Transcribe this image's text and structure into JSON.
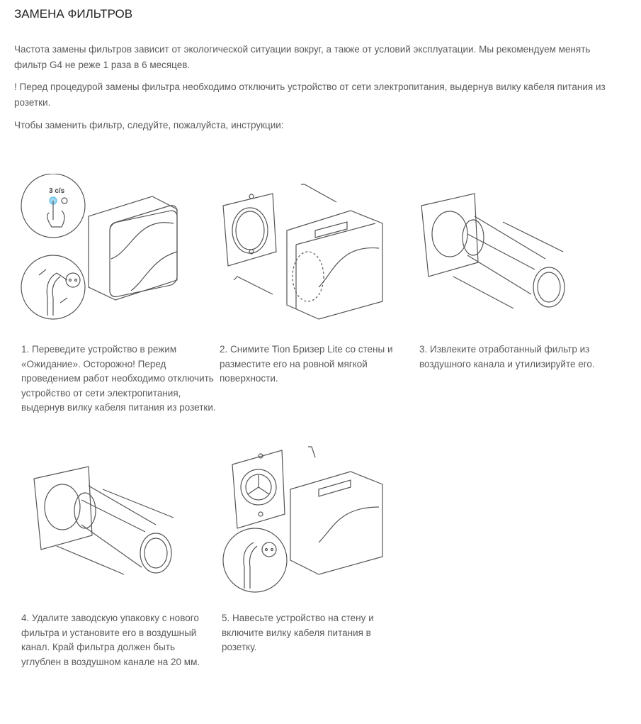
{
  "section": {
    "title": "ЗАМЕНА ФИЛЬТРОВ",
    "paragraphs": [
      "Частота замены фильтров зависит от экологической ситуации вокруг, а также от условий эксплуатации. Мы рекомендуем менять фильтр G4 не реже 1 раза в 6 месяцев.",
      "! Перед процедурой замены фильтра необходимо отключить устройство от сети электропитания, выдернув вилку кабеля питания из розетки.",
      "Чтобы заменить фильтр, следуйте, пожалуйста, инструкции:"
    ]
  },
  "steps": [
    {
      "illustration_label": "3 с/s",
      "caption": "1. Переведите устройство в режим «Ожидание». Осторожно! Перед проведением работ необходимо отключить устройство от сети электропитания, выдернув вилку кабеля питания из розетки."
    },
    {
      "caption": "2. Снимите Tion Бризер Lite со стены и разместите его на ровной мягкой поверхности."
    },
    {
      "caption": "3. Извлеките отработанный фильтр из воздушного канала и утилизируйте его."
    },
    {
      "caption": "4. Удалите заводскую упаковку с нового фильтра и установите его в воздушный канал. Край фильтра должен быть углублен в воздушном канале на 20 мм."
    },
    {
      "caption": "5. Навесьте устройство на стену и включите вилку кабеля питания в розетку."
    }
  ],
  "colors": {
    "accent": "#5bc0e8",
    "text": "#5a5a5a",
    "title": "#222222"
  }
}
